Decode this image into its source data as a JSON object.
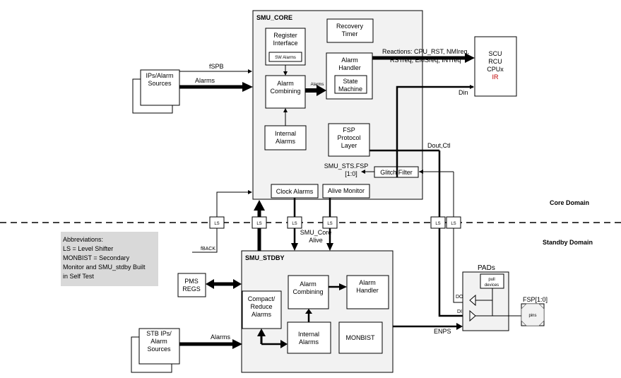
{
  "smu_core": {
    "title": "SMU_CORE",
    "register_interface": [
      "Register",
      "Interface"
    ],
    "sw_alarms": "SW Alarms",
    "recovery_timer": [
      "Recovery",
      "Timer"
    ],
    "alarm_handler": [
      "Alarm",
      "Handler"
    ],
    "state_machine": [
      "State",
      "Machine"
    ],
    "alarm_combining": [
      "Alarm",
      "Combining"
    ],
    "alarms_label": "Alarms",
    "internal_alarms": [
      "Internal",
      "Alarms"
    ],
    "fsp_protocol_layer": [
      "FSP",
      "Protocol",
      "Layer"
    ],
    "glitch_filter": "Glitch Filter",
    "smu_sts_fsp": [
      "SMU_STS.FSP",
      "[1:0]"
    ],
    "clock_alarms": "Clock Alarms",
    "alive_monitor": "Alive Monitor"
  },
  "reactions": [
    "Reactions: CPU_RST, NMIreq,",
    "RSTreq, EMSreq, INTreq"
  ],
  "din": "Din",
  "dout_ctl": "Dout,Ctl",
  "targets": [
    "SCU",
    "RCU",
    "CPUx",
    "IR"
  ],
  "ip_sources": {
    "label": [
      "IPs/Alarm",
      "Sources"
    ],
    "fspb": "fSPB",
    "alarms": "Alarms"
  },
  "domains": {
    "core": "Core Domain",
    "standby": "Standby Domain"
  },
  "level_shifter": "LS",
  "smu_core_alive": [
    "SMU_Core",
    "Alive"
  ],
  "fback": "fBACK",
  "abbreviations": [
    "Abbreviations:",
    "LS = Level Shifter",
    "MONBIST = Secondary",
    "Monitor and SMU_stdby Built",
    "in Self Test"
  ],
  "smu_stdby": {
    "title": "SMU_STDBY",
    "compact_reduce": [
      "Compact/",
      "Reduce",
      "Alarms"
    ],
    "alarm_combining": [
      "Alarm",
      "Combining"
    ],
    "alarm_handler": [
      "Alarm",
      "Handler"
    ],
    "internal_alarms": [
      "Internal",
      "Alarms"
    ],
    "monbist": "MONBIST"
  },
  "pms_regs": [
    "PMS",
    "REGS"
  ],
  "stb_sources": {
    "label": [
      "STB IPs/",
      "Alarm",
      "Sources"
    ],
    "alarms": "Alarms"
  },
  "enps": "ENPS",
  "pads": {
    "title": "PADs",
    "pull_devices": [
      "pull",
      "devices"
    ],
    "do": "DO",
    "di": "DI"
  },
  "fsp_pins": {
    "title": "FSP[1:0]",
    "pins": "pins"
  },
  "colors": {
    "panel": "#f2f2f2",
    "abbrev_bg": "#d9d9d9",
    "ir": "#c00000"
  }
}
